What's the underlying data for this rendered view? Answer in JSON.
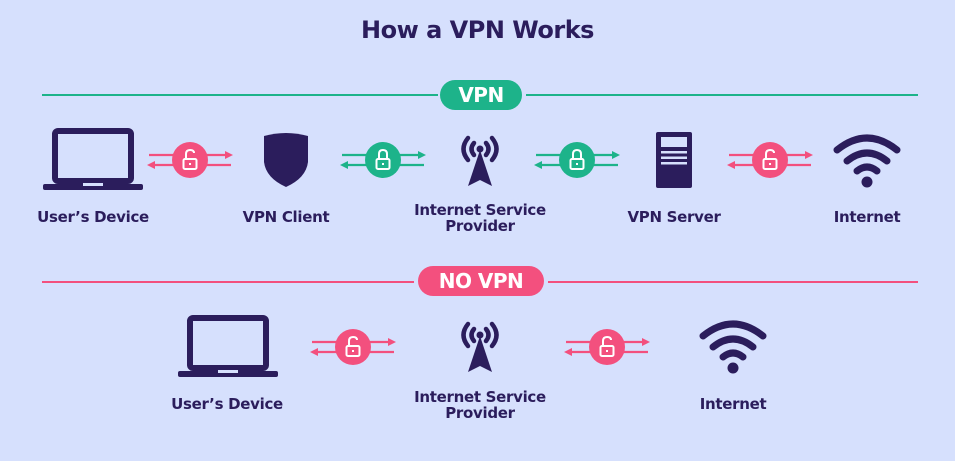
{
  "title": "How a VPN Works",
  "colors": {
    "background": "#d6e0fd",
    "text": "#2b1d5c",
    "icon": "#2b1d5c",
    "vpn_accent": "#1db38a",
    "no_vpn_accent": "#f3507e"
  },
  "vpn_section": {
    "badge": "VPN",
    "nodes": [
      {
        "label": "User’s Device",
        "icon": "laptop-icon"
      },
      {
        "label": "VPN Client",
        "icon": "shield-icon"
      },
      {
        "label": "Internet Service Provider",
        "label_lines": [
          "Internet Service",
          "Provider"
        ],
        "icon": "cell-tower-icon"
      },
      {
        "label": "VPN Server",
        "icon": "server-icon"
      },
      {
        "label": "Internet",
        "icon": "wifi-icon"
      }
    ],
    "connections": [
      {
        "state": "unencrypted",
        "lock": "unlocked-padlock-icon",
        "color": "pink"
      },
      {
        "state": "encrypted",
        "lock": "locked-padlock-icon",
        "color": "teal"
      },
      {
        "state": "encrypted",
        "lock": "locked-padlock-icon",
        "color": "teal"
      },
      {
        "state": "unencrypted",
        "lock": "unlocked-padlock-icon",
        "color": "pink"
      }
    ]
  },
  "no_vpn_section": {
    "badge": "NO VPN",
    "nodes": [
      {
        "label": "User’s Device",
        "icon": "laptop-icon"
      },
      {
        "label": "Internet Service Provider",
        "label_lines": [
          "Internet Service",
          "Provider"
        ],
        "icon": "cell-tower-icon"
      },
      {
        "label": "Internet",
        "icon": "wifi-icon"
      }
    ],
    "connections": [
      {
        "state": "unencrypted",
        "lock": "unlocked-padlock-icon",
        "color": "pink"
      },
      {
        "state": "unencrypted",
        "lock": "unlocked-padlock-icon",
        "color": "pink"
      }
    ]
  }
}
